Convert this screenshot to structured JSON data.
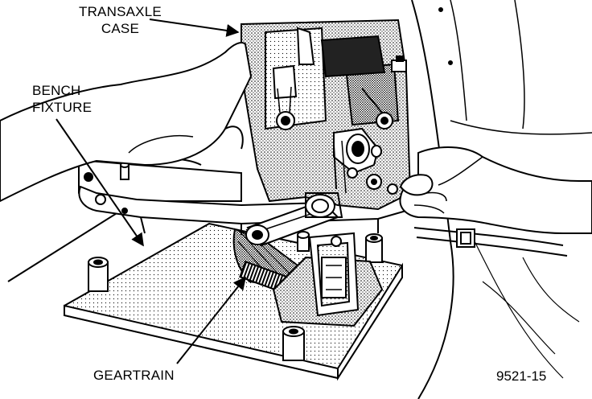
{
  "labels": {
    "transaxle_case": [
      "TRANSAXLE",
      "CASE"
    ],
    "bench_fixture": [
      "BENCH",
      "FIXTURE"
    ],
    "geartrain": "GEARTRAIN"
  },
  "figure_number": "9521-15"
}
